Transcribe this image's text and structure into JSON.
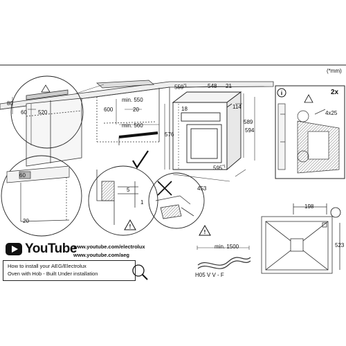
{
  "header": {
    "units": "(*mm)"
  },
  "installation": {
    "cabinet_dims": {
      "d80": "80",
      "d60": "60",
      "d520": "520",
      "d600": "600",
      "d20_top": "20",
      "d60_side": "60",
      "d20_side": "20"
    },
    "opening_dims": {
      "min550": "min. 550",
      "min560": "min. 560",
      "d20": "20",
      "d576": "576",
      "d18": "18"
    },
    "oven_dims": {
      "w559": "559",
      "w559_note": "*1",
      "d548": "548",
      "d21": "21",
      "d114": "114",
      "h589": "589",
      "h594": "594",
      "w595": "595",
      "w595_note": "*1",
      "d453": "453"
    },
    "detail_dims": {
      "d5": "5",
      "d1": "1"
    }
  },
  "screw_panel": {
    "info_icon": "info-icon",
    "qty_label": "2x",
    "screw_label": "4x25"
  },
  "cable": {
    "min_length": "min. 1500",
    "type": "H05 V V - F"
  },
  "rear_view": {
    "w198": "198",
    "h523": "523"
  },
  "video": {
    "brand": "YouTube",
    "url_1": "www.youtube.com/electrolux",
    "url_2": "www.youtube.com/aeg",
    "caption_line_1": "How to install your AEG/Electrolux",
    "caption_line_2": "Oven with Hob - Built Under installation"
  }
}
